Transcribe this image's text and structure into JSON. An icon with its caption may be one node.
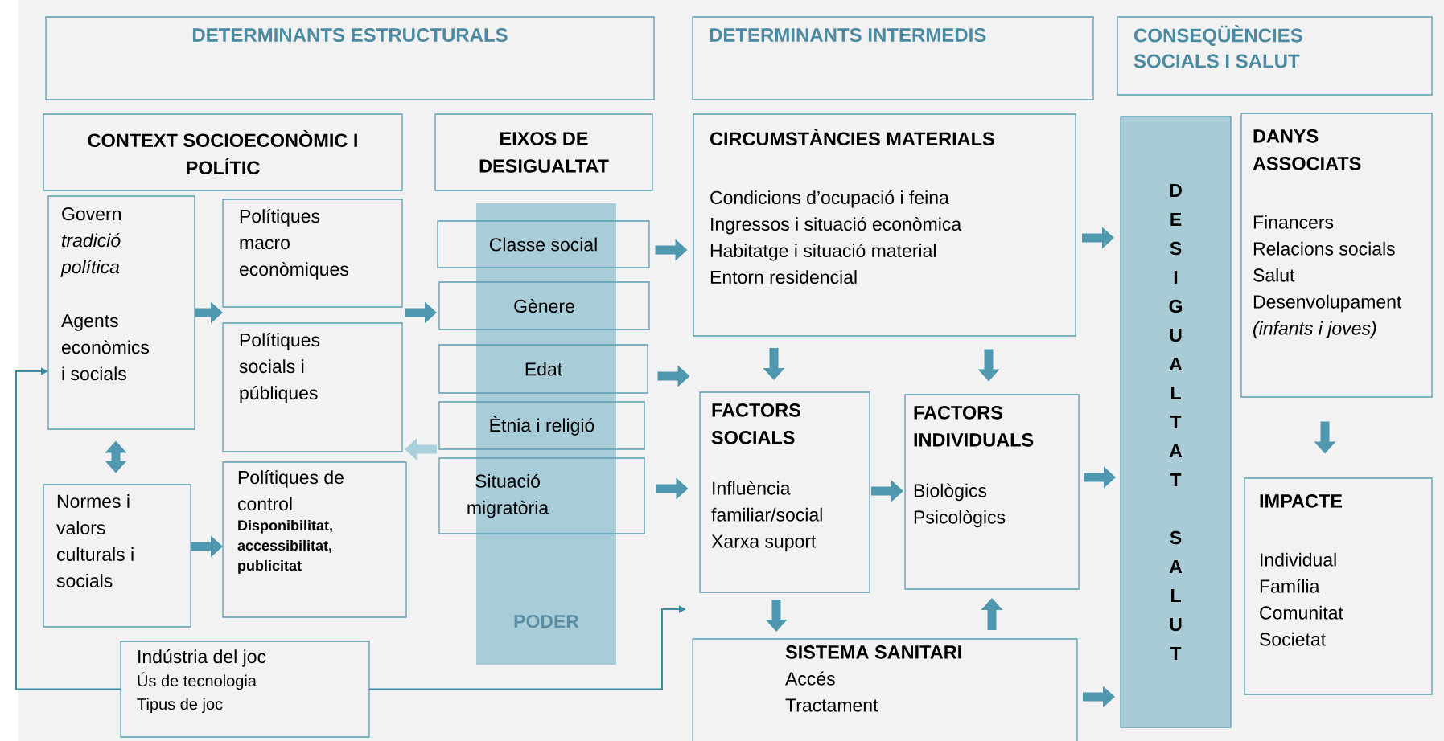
{
  "diagram": {
    "nodes": [
      {
        "text": [
          "DETERMINANTS ESTRUCTURALS"
        ]
      },
      {
        "text": [
          "DETERMINANTS INTERMEDIS"
        ]
      },
      {
        "text": [
          "CONSEQÜÈNCIES SOCIALS I SALUT"
        ]
      },
      {
        "text": [
          "CONTEXT SOCIOECONÒMIC I POLÍTIC"
        ]
      },
      {
        "text": [
          "EIXOS DE DESIGUALTAT"
        ]
      },
      {
        "text": [
          "Govern",
          "tradició política",
          "Agents econòmics i socials"
        ]
      },
      {
        "text": [
          "Polítiques macro econòmiques"
        ]
      },
      {
        "text": [
          "PODER"
        ]
      },
      {
        "text": [
          "Classe social"
        ]
      },
      {
        "text": [
          "Gènere"
        ]
      },
      {
        "text": [
          "Polítiques socials i públiques"
        ]
      },
      {
        "text": [
          "Edat"
        ]
      },
      {
        "text": [
          "Ètnia i religió"
        ]
      },
      {
        "text": [
          "Normes i valors culturals i socials"
        ]
      },
      {
        "text": [
          "Polítiques de control",
          "Disponibilitat, accessibilitat, publicitat"
        ]
      },
      {
        "text": [
          "Situació migratòria"
        ]
      },
      {
        "text": [
          "Indústria del joc",
          "Ús de tecnologia",
          "Tipus de joc"
        ]
      },
      {
        "text": [
          "CIRCUMSTÀNCIES MATERIALS",
          "Condicions d’ocupació i feina",
          "Ingressos i situació econòmica",
          "Habitatge i situació material",
          "Entorn residencial"
        ]
      },
      {
        "text": [
          "FACTORS SOCIALS",
          "Influència familiar/social",
          "Xarxa suport"
        ]
      },
      {
        "text": [
          "FACTORS INDIVIDUALS",
          "Biològics",
          "Psicològics"
        ]
      },
      {
        "text": [
          "SISTEMA SANITARI",
          "Accés",
          "Tractament"
        ]
      },
      {
        "text": [
          "DESIGUALTAT SALUT"
        ]
      },
      {
        "text": [
          "DANYS ASSOCIATS",
          "Financers",
          "Relacions socials",
          "Salut",
          "Desenvolupament *(infants i joves)*"
        ]
      },
      {
        "text": [
          "IMPACTE",
          "Individual",
          "Família",
          "Comunitat",
          "Societat"
        ]
      }
    ],
    "edges": [
      {
        "from": 5,
        "to": 6,
        "arrow": "to"
      },
      {
        "from": 5,
        "to": 13,
        "arrow": "both"
      },
      {
        "from": 13,
        "to": 14,
        "arrow": "to"
      },
      {
        "from": 6,
        "to": 9,
        "arrow": "to"
      },
      {
        "from": 12,
        "to": 10,
        "arrow": "to",
        "color": "#a9d0dc"
      },
      {
        "from": 8,
        "to": 17,
        "arrow": "to"
      },
      {
        "from": 11,
        "to": 18,
        "arrow": "to"
      },
      {
        "from": 15,
        "to": 18,
        "arrow": "to"
      },
      {
        "from": 17,
        "to": 18,
        "arrow": "to"
      },
      {
        "from": 17,
        "to": 19,
        "arrow": "to"
      },
      {
        "from": 18,
        "to": 19,
        "arrow": "to"
      },
      {
        "from": 18,
        "to": 20,
        "arrow": "to"
      },
      {
        "from": 20,
        "to": 19,
        "arrow": "to"
      },
      {
        "from": 17,
        "to": 21,
        "arrow": "to"
      },
      {
        "from": 19,
        "to": 21,
        "arrow": "to"
      },
      {
        "from": 20,
        "to": 21,
        "arrow": "to"
      },
      {
        "from": 22,
        "to": 23,
        "arrow": "to"
      },
      {
        "from": 16,
        "to": 5,
        "arrow": "to"
      },
      {
        "from": 16,
        "to": null,
        "arrow": "to"
      }
    ]
  }
}
